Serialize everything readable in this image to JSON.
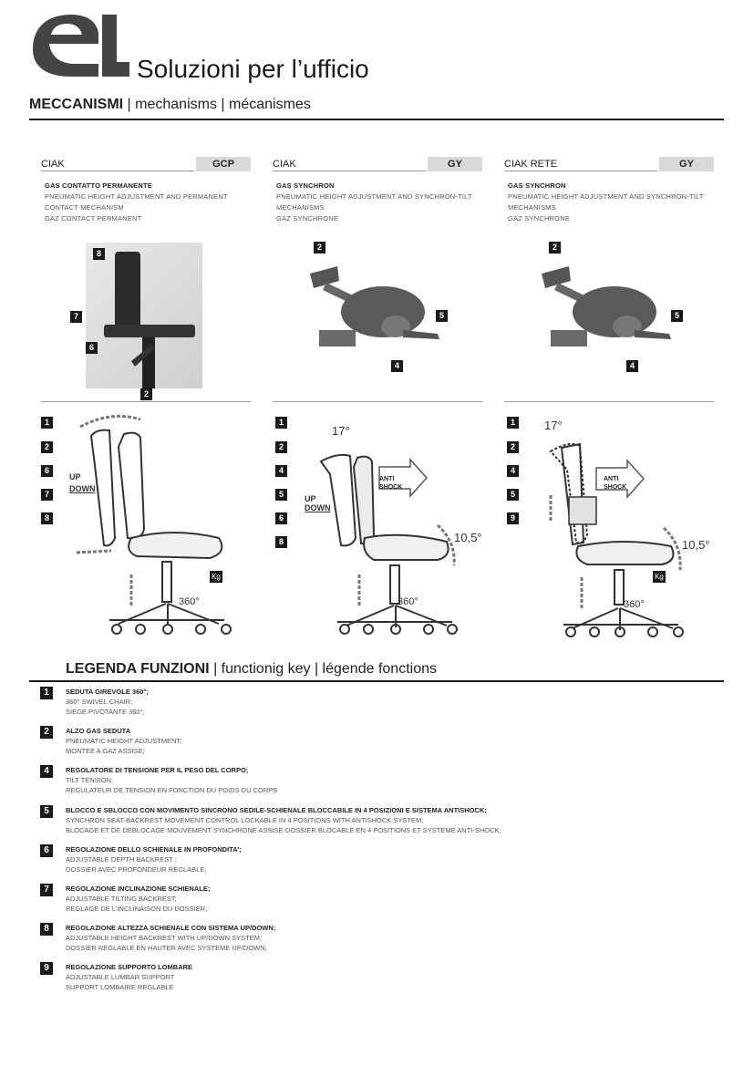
{
  "header": {
    "tagline": "Soluzioni per l’ufficio",
    "section_bold": "MECCANISMI",
    "section_rest": " | mechanisms | mécanismes"
  },
  "columns": [
    {
      "name": "CIAK",
      "code": "GCP",
      "desc": [
        "GAS CONTATTO PERMANENTE",
        "PNEUMATIC HEIGHT ADJUSTMENT AND PERMANENT",
        "CONTACT MECHANISM",
        "GAZ CONTACT PERMANENT"
      ],
      "photo_callouts": [
        "8",
        "7",
        "6",
        "2"
      ],
      "func_list": [
        "1",
        "2",
        "6",
        "7",
        "8"
      ]
    },
    {
      "name": "CIAK",
      "code": "GY",
      "desc": [
        "GAS SYNCHRON",
        "PNEUMATIC HEIGHT ADJUSTMENT AND SYNCHRON-TILT",
        "MECHANISMS",
        "GAZ SYNCHRONE"
      ],
      "photo_callouts": [
        "2",
        "5",
        "4"
      ],
      "func_list": [
        "1",
        "2",
        "4",
        "5",
        "6",
        "8"
      ]
    },
    {
      "name": "CIAK RETE",
      "code": "GY",
      "desc": [
        "GAS SYNCHRON",
        "PNEUMATIC HEIGHT ADJUSTMENT AND SYNCHRON-TILT",
        "MECHANISMS",
        "GAZ SYNCHRONE"
      ],
      "photo_callouts": [
        "2",
        "5",
        "4"
      ],
      "func_list": [
        "1",
        "2",
        "4",
        "5",
        "9"
      ]
    }
  ],
  "diagram_labels": {
    "up": "UP",
    "down": "DOWN",
    "rotation": "360°",
    "back_angle": "17°",
    "seat_angle": "10,5°",
    "anti": "ANTI",
    "shock": "SHOCK",
    "kg": "Kg"
  },
  "legend": {
    "title_bold": "LEGENDA FUNZIONI",
    "title_rest": " | functionig key | légende fonctions",
    "items": [
      {
        "num": "1",
        "it": "SEDUTA GIREVOLE 360°;",
        "en": "360° SWIVEL CHAIR;",
        "fr": "SIEGE PIVOTANTE 360°;"
      },
      {
        "num": "2",
        "it": "ALZO GAS SEDUTA",
        "en": "PNEUMATIC HEIGHT ADJUSTMENT;",
        "fr": "MONTEE A GAZ ASSISE;"
      },
      {
        "num": "4",
        "it": "REGOLATORE DI TENSIONE PER IL PESO DEL CORPO;",
        "en": "TILT TENSION;",
        "fr": "REGULATEUR DE TENSION EN FONCTION DU POIDS DU CORPS"
      },
      {
        "num": "5",
        "it": "BLOCCO E SBLOCCO CON MOVIMENTO SINCRONO SEDILE-SCHIENALE BLOCCABILE IN 4 POSIZIONI E  SISTEMA ANTISHOCK;",
        "en": "SYNCHRON SEAT-BACKREST MOVEMENT CONTROL LOCKABLE IN 4 POSITIONS  WITH ANTISHOCK SYSTEM;",
        "fr": "BLOCAGE ET DE DEBLOCAGE MOUVEMENT SYNCHRONE ASSISE-DOSSIER BLOCABLE EN 4 POSITIONS ET SYSTEME ANTI-SHOCK;"
      },
      {
        "num": "6",
        "it": "REGOLAZIONE DELLO SCHIENALE IN PROFONDITA';",
        "en": "ADJUSTABLE DEPTH BACKREST ;",
        "fr": "DOSSIER AVEC PROFONDEUR REGLABLE;"
      },
      {
        "num": "7",
        "it": "REGOLAZIONE INCLINAZIONE SCHIENALE;",
        "en": "ADJUSTABLE TILTING BACKREST;",
        "fr": "REGLAGE DE L'INCLINAISON DU DOSSIER;"
      },
      {
        "num": "8",
        "it": "REGOLAZIONE ALTEZZA SCHIENALE CON SISTEMA UP/DOWN;",
        "en": "ADJUSTABLE HEIGHT BACKREST WITH UP/DOWN SYSTEM;",
        "fr": "DOSSIER REGLABLE EN HAUTER  AVEC SYSTEME UP/DOWN;"
      },
      {
        "num": "9",
        "it": "REGOLAZIONE SUPPORTO LOMBARE",
        "en": "ADJUSTABLE LUMBAR SUPPORT",
        "fr": "SUPPORT LOMBAIRE REGLABLE"
      }
    ]
  }
}
